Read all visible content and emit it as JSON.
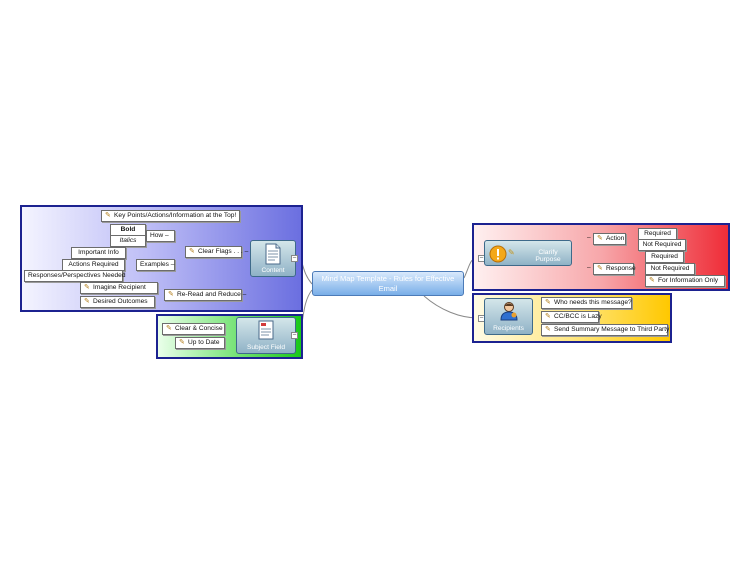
{
  "central": {
    "title": "Mind Map Template - Rules for Effective Email"
  },
  "content": {
    "label": "Content",
    "key_points": "Key Points/Actions/Information at the Top!",
    "clear_flags": "Clear Flags . . .",
    "how": "How",
    "bold": "Bold",
    "italics": "Italics",
    "examples": "Examples",
    "important_info": "Important Info",
    "actions_required": "Actions Required",
    "responses_needed": "Responses/Perspectives Needed",
    "re_read": "Re-Read and Reduce",
    "imagine_recipient": "Imagine Recipient",
    "desired_outcomes": "Desired Outcomes"
  },
  "subject": {
    "label": "Subject Field",
    "clear_concise": "Clear & Concise",
    "up_to_date": "Up to Date"
  },
  "purpose": {
    "label": "Clarify Purpose",
    "action": "Action",
    "action_required": "Required",
    "action_not_required": "Not Required",
    "response": "Response",
    "response_required": "Required",
    "response_not_required": "Not Required",
    "info_only": "For Information Only"
  },
  "recipients": {
    "label": "Recipients",
    "who_needs": "Who needs this message?",
    "cc_bcc": "CC/BCC is Lazy",
    "summary": "Send Summary Message to Third Party"
  },
  "colors": {
    "content_group": "#6b6fe0",
    "subject_group": "#19c819",
    "purpose_group": "#ef2d38",
    "recipients_group": "#ffc800",
    "central": "#79aee8"
  }
}
